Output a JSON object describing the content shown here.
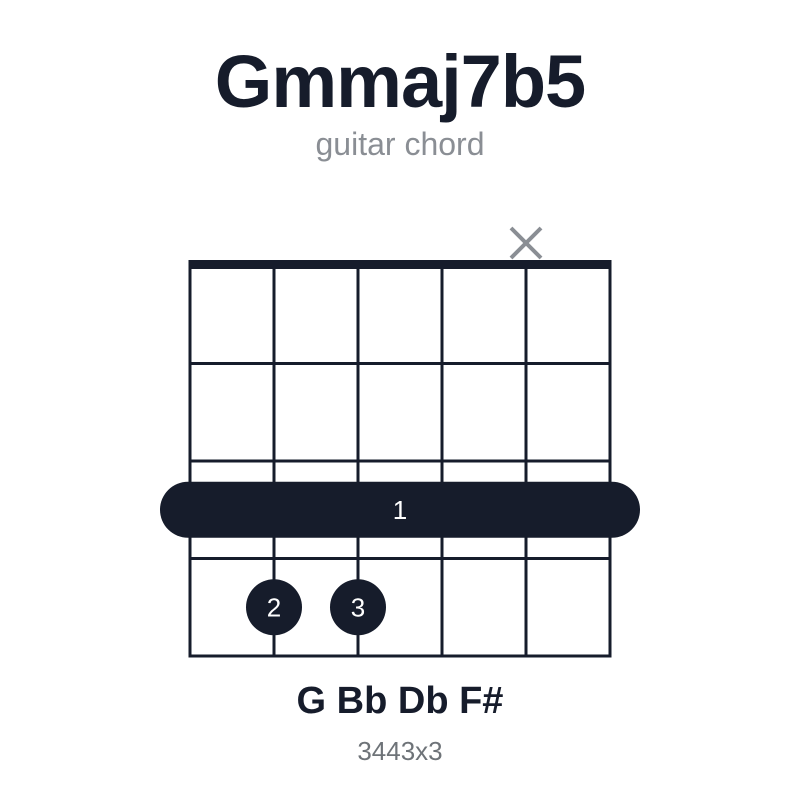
{
  "chord": {
    "name": "Gmmaj7b5",
    "subtitle": "guitar chord",
    "notes": "G Bb Db F#",
    "fingering": "3443x3"
  },
  "diagram": {
    "strings": 6,
    "frets_shown": 4,
    "string_markers": [
      {
        "string": 5,
        "type": "muted",
        "symbol": "×"
      }
    ],
    "barre": {
      "fret": 3,
      "from_string": 1,
      "to_string": 6,
      "finger": "1"
    },
    "dots": [
      {
        "string": 2,
        "fret": 4,
        "finger": "2"
      },
      {
        "string": 3,
        "fret": 4,
        "finger": "3"
      }
    ],
    "colors": {
      "ink": "#161c2b",
      "muted_marker": "#8a8e94",
      "finger_text": "#ffffff",
      "background": "#ffffff"
    }
  }
}
